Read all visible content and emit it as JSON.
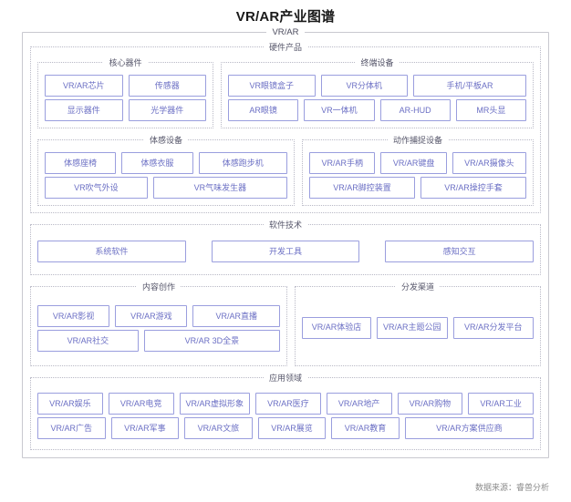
{
  "title": "VR/AR产业图谱",
  "root": {
    "legend": "VR/AR"
  },
  "hardware": {
    "legend": "硬件产品",
    "core": {
      "legend": "核心器件",
      "rows": [
        [
          "VR/AR芯片",
          "传感器"
        ],
        [
          "显示器件",
          "光学器件"
        ]
      ]
    },
    "terminal": {
      "legend": "终端设备",
      "rows": [
        [
          "VR眼镜盒子",
          "VR分体机",
          "手机/平板AR"
        ],
        [
          "AR眼镜",
          "VR一体机",
          "AR-HUD",
          "MR头显"
        ]
      ]
    },
    "somatosensory": {
      "legend": "体感设备",
      "rows": [
        [
          "体感座椅",
          "体感衣服",
          "体感跑步机"
        ],
        [
          "VR吹气外设",
          "VR气味发生器"
        ]
      ]
    },
    "motion_capture": {
      "legend": "动作捕捉设备",
      "rows": [
        [
          "VR/AR手柄",
          "VR/AR键盘",
          "VR/AR摄像头"
        ],
        [
          "VR/AR脚控装置",
          "VR/AR操控手套"
        ]
      ]
    }
  },
  "software": {
    "legend": "软件技术",
    "items": [
      "系统软件",
      "开发工具",
      "感知交互"
    ]
  },
  "content": {
    "legend": "内容创作",
    "rows": [
      [
        "VR/AR影视",
        "VR/AR游戏",
        "VR/AR直播"
      ],
      [
        "VR/AR社交",
        "VR/AR 3D全景"
      ]
    ]
  },
  "distribution": {
    "legend": "分发渠道",
    "rows": [
      [
        "VR/AR体验店",
        "VR/AR主题公园",
        "VR/AR分发平台"
      ]
    ]
  },
  "application": {
    "legend": "应用领域",
    "rows": [
      [
        "VR/AR娱乐",
        "VR/AR电竞",
        "VR/AR虚拟形象",
        "VR/AR医疗",
        "VR/AR地产",
        "VR/AR购物",
        "VR/AR工业"
      ],
      [
        "VR/AR广告",
        "VR/AR军事",
        "VR/AR文旅",
        "VR/AR展览",
        "VR/AR教育",
        "VR/AR方案供应商"
      ]
    ]
  },
  "footer": {
    "source": "数据来源：睿兽分析"
  },
  "colors": {
    "node_border": "#9a9ede",
    "node_text": "#6b6fc4",
    "group_border": "#b9b9c6",
    "title_text": "#1a1a1a"
  }
}
